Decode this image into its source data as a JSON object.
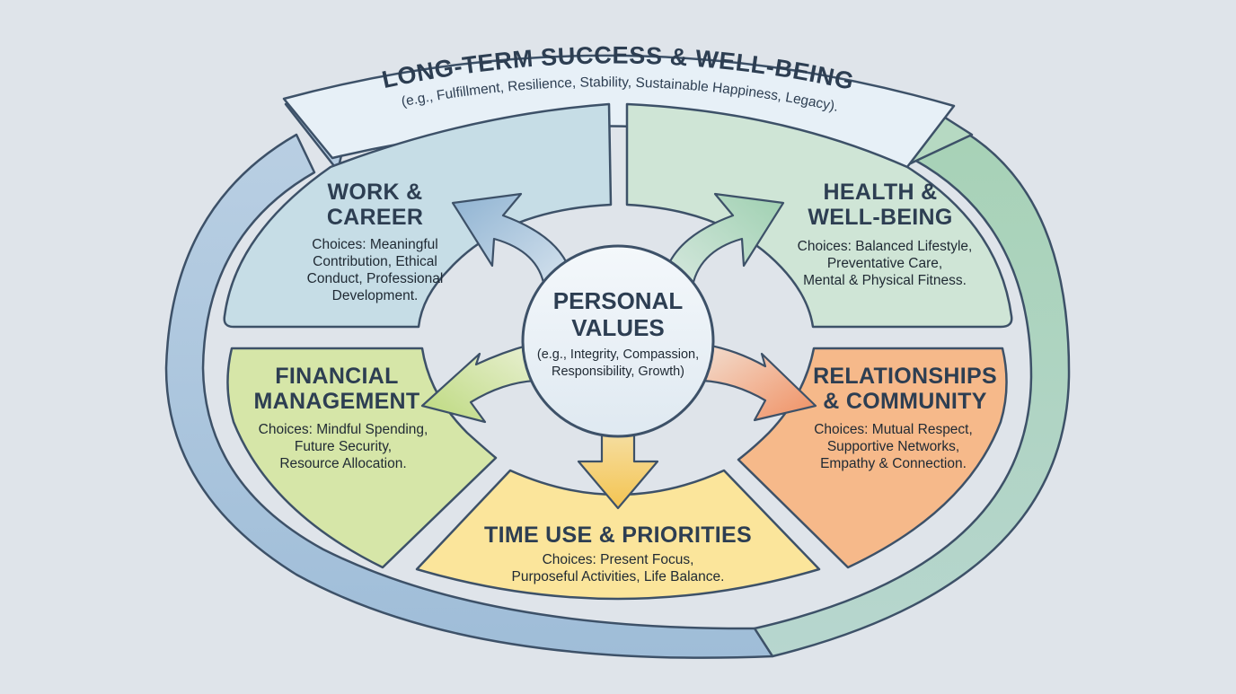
{
  "banner": {
    "title": "LONG-TERM SUCCESS & WELL-BEING",
    "subtitle": "(e.g., Fulfillment, Resilience, Stability, Sustainable Happiness, Legacy)."
  },
  "center": {
    "title_line1": "PERSONAL",
    "title_line2": "VALUES",
    "examples_line1": "(e.g., Integrity, Compassion,",
    "examples_line2": "Responsibility, Growth)"
  },
  "segments": {
    "work": {
      "title_line1": "WORK &",
      "title_line2": "CAREER",
      "choices": [
        "Choices: Meaningful",
        "Contribution, Ethical",
        "Conduct, Professional",
        "Development."
      ]
    },
    "health": {
      "title_line1": "HEALTH &",
      "title_line2": "WELL-BEING",
      "choices": [
        "Choices: Balanced Lifestyle,",
        "Preventative Care,",
        "Mental & Physical Fitness."
      ]
    },
    "financial": {
      "title_line1": "FINANCIAL",
      "title_line2": "MANAGEMENT",
      "choices": [
        "Choices: Mindful Spending,",
        "Future Security,",
        "Resource Allocation."
      ]
    },
    "relationships": {
      "title_line1": "RELATIONSHIPS",
      "title_line2": "& COMMUNITY",
      "choices": [
        "Choices: Mutual Respect,",
        "Supportive Networks,",
        "Empathy & Connection."
      ]
    },
    "time": {
      "title": "TIME USE & PRIORITIES",
      "choices": [
        "Choices: Present Focus,",
        "Purposeful Activities, Life Balance."
      ]
    }
  },
  "colors": {
    "background": "#dfe4ea",
    "work": "#c6dde6",
    "health": "#cfe5d6",
    "financial": "#d6e6a8",
    "relationships": "#f6b98a",
    "time": "#fbe59b",
    "outer_ring_left": "#a9c4dc",
    "outer_ring_right": "#a9d3b8",
    "outline": "#3d5168"
  }
}
